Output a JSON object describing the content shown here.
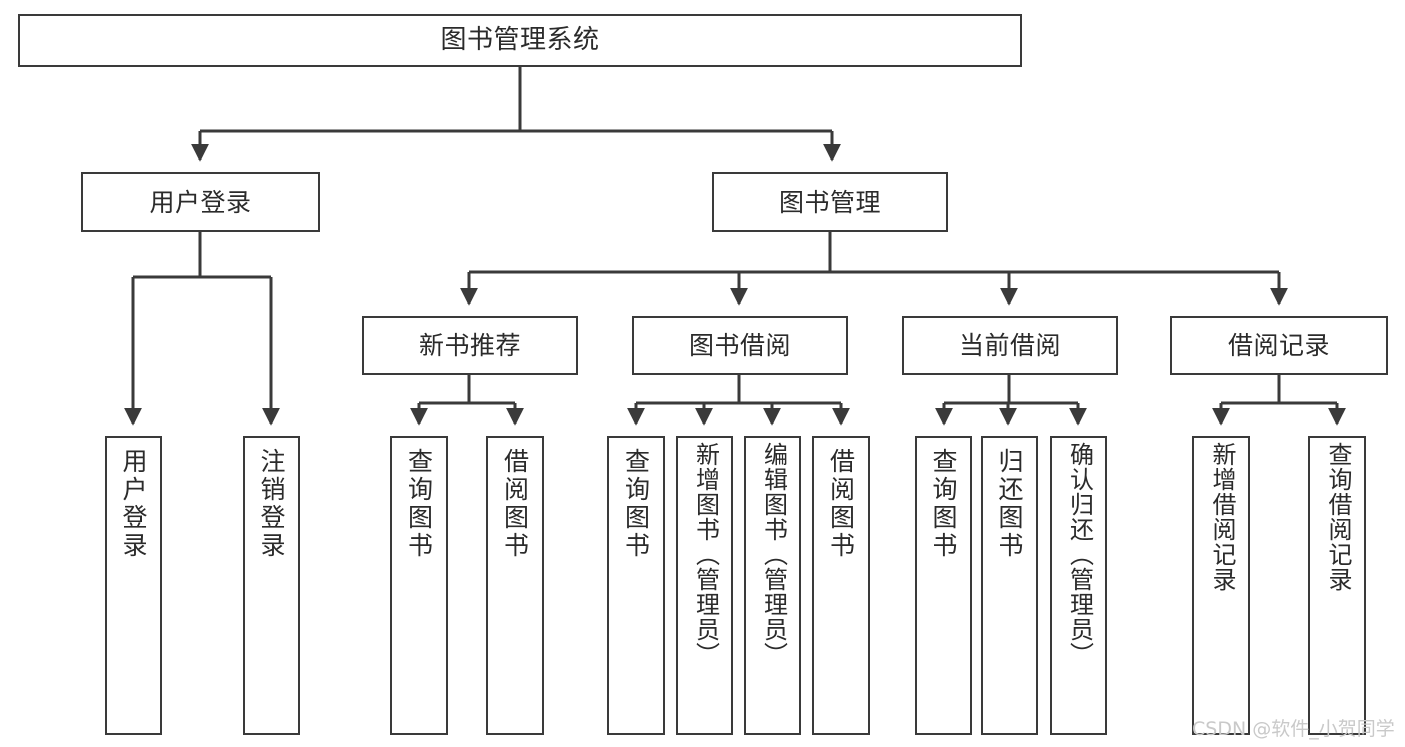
{
  "diagram": {
    "title": "图书管理系统",
    "watermark": "CSDN @软件_小贺同学",
    "colors": {
      "stroke": "#3a3a3a",
      "text": "#2b2b2b",
      "background": "#ffffff",
      "watermark": "#c9c9c9"
    },
    "root": {
      "label": "图书管理系统"
    },
    "level1": [
      {
        "label": "用户登录"
      },
      {
        "label": "图书管理"
      }
    ],
    "level2": [
      {
        "label": "新书推荐"
      },
      {
        "label": "图书借阅"
      },
      {
        "label": "当前借阅"
      },
      {
        "label": "借阅记录"
      }
    ],
    "leaves": {
      "user_login": [
        {
          "label": "用户登录"
        },
        {
          "label": "注销登录"
        }
      ],
      "new_book_recommend": [
        {
          "label": "查询图书"
        },
        {
          "label": "借阅图书"
        }
      ],
      "book_borrow": [
        {
          "label": "查询图书"
        },
        {
          "label": "新增图书（管理员）"
        },
        {
          "label": "编辑图书（管理员）"
        },
        {
          "label": "借阅图书"
        }
      ],
      "current_borrow": [
        {
          "label": "查询图书"
        },
        {
          "label": "归还图书"
        },
        {
          "label": "确认归还（管理员）"
        }
      ],
      "borrow_record": [
        {
          "label": "新增借阅记录"
        },
        {
          "label": "查询借阅记录"
        }
      ]
    }
  }
}
